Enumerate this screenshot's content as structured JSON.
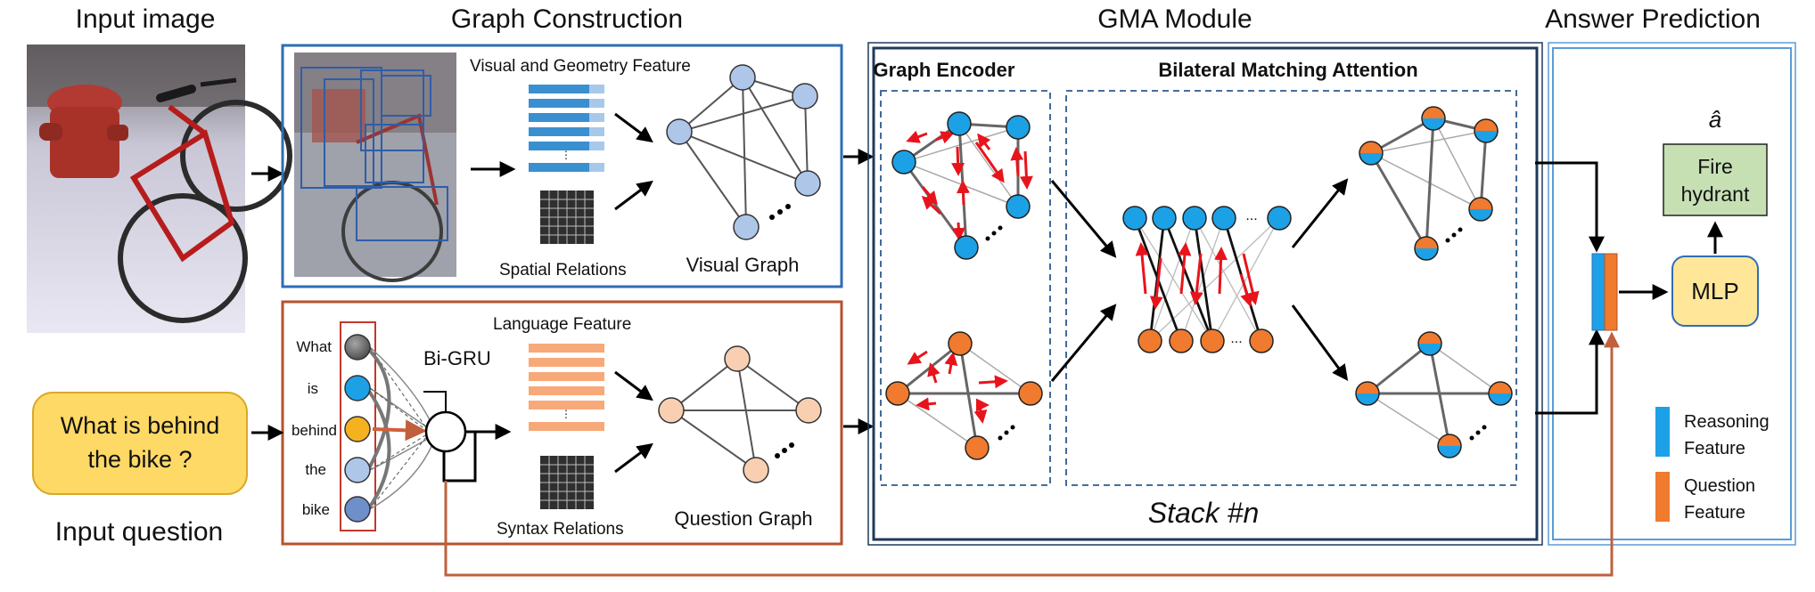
{
  "sections": {
    "input_image": "Input image",
    "graph_construction": "Graph Construction",
    "gma_module": "GMA Module",
    "answer_prediction": "Answer Prediction",
    "input_question": "Input question"
  },
  "visual": {
    "feature_label": "Visual and Geometry Feature",
    "relations_label": "Spatial Relations",
    "graph_label": "Visual Graph"
  },
  "language": {
    "feature_label": "Language Feature",
    "relations_label": "Syntax Relations",
    "graph_label": "Question Graph",
    "encoder_label": "Bi-GRU",
    "words": [
      "What",
      "is",
      "behind",
      "the",
      "bike"
    ]
  },
  "question_text": {
    "line1": "What is behind",
    "line2": "the bike ?"
  },
  "gma": {
    "encoder_label": "Graph Encoder",
    "attention_label": "Bilateral Matching Attention",
    "stack_label": "Stack  #n",
    "dots": "..."
  },
  "prediction": {
    "answer_symbol": "â",
    "answer_line1": "Fire",
    "answer_line2": "hydrant",
    "mlp_label": "MLP"
  },
  "legend": {
    "reasoning_line1": "Reasoning",
    "reasoning_line2": "Feature",
    "question_line1": "Question",
    "question_line2": "Feature"
  },
  "colors": {
    "visual_box": "#2e6db4",
    "language_box": "#b5532c",
    "gma_box": "#1f3a5c",
    "answer_box": "#5b9bd5",
    "visual_node": "#aec6e8",
    "blue_node": "#1da1e6",
    "orange_node": "#f07a2e",
    "language_node": "#f9cfb2",
    "reasoning_feature": "#1da1e6",
    "question_feature": "#f07a2e",
    "answer_fill": "#c6e0b4",
    "mlp_fill": "#ffe699",
    "question_fill": "#ffd966",
    "red_arrow": "#e8141c",
    "skip_line": "#c0603c"
  },
  "icons": {
    "input_photo": "fire-hydrant-and-bicycle-photo"
  }
}
